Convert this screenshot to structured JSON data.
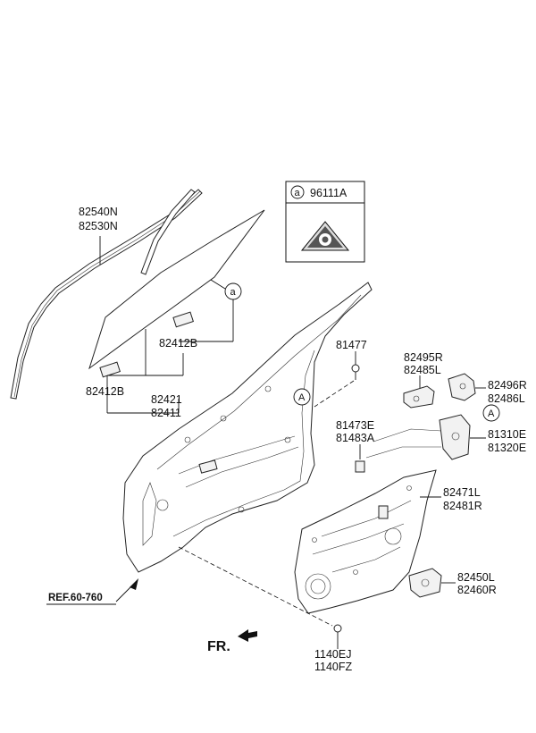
{
  "labels": {
    "p82540N": "82540N",
    "p82530N": "82530N",
    "p96111A": "96111A",
    "callout_a": "a",
    "p82412B_upper": "82412B",
    "p82412B_lower": "82412B",
    "p82421": "82421",
    "p82411": "82411",
    "p81477": "81477",
    "p82495R": "82495R",
    "p82485L": "82485L",
    "p82496R": "82496R",
    "p82486L": "82486L",
    "callout_A_upper": "A",
    "callout_A_right": "A",
    "p81473E": "81473E",
    "p81483A": "81483A",
    "p81310E": "81310E",
    "p81320E": "81320E",
    "p82471L": "82471L",
    "p82481R": "82481R",
    "p82450L": "82450L",
    "p82460R": "82460R",
    "p1140EJ": "1140EJ",
    "p1140FZ": "1140FZ",
    "ref": "REF.60-760",
    "front": "FR."
  }
}
